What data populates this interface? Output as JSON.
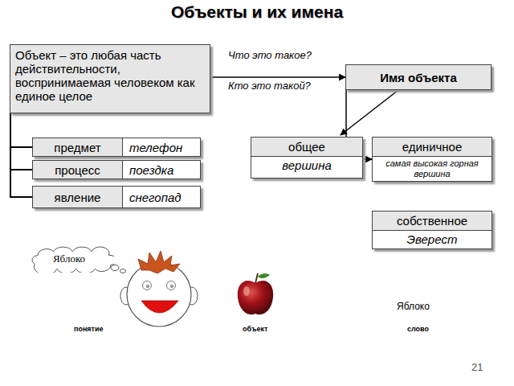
{
  "diagram": {
    "title": "Объекты и их имена",
    "nodes": [
      {
        "text": [
          "Объект – это любая часть действительности, воспринимаемая человеком как единое целое"
        ]
      },
      {
        "text": [
          "предмет",
          "телефон"
        ]
      },
      {
        "text": [
          "процесс",
          "поездка"
        ]
      },
      {
        "text": [
          "явление",
          "снегопад"
        ]
      },
      {
        "text": [
          "Имя объекта"
        ]
      },
      {
        "text": [
          "общее",
          "вершина"
        ]
      },
      {
        "text": [
          "единичное",
          "самая высокая горная вершина"
        ]
      },
      {
        "text": [
          "собственное",
          "Эверест"
        ]
      },
      {
        "text": [
          "Яблоко"
        ]
      }
    ],
    "edges": [
      {
        "from": 0,
        "to": 1,
        "arrow": "none"
      },
      {
        "from": 0,
        "to": 2,
        "arrow": "none"
      },
      {
        "from": 0,
        "to": 3,
        "arrow": "none"
      },
      {
        "from": 0,
        "to": 4,
        "arrow": "to"
      },
      {
        "from": 4,
        "to": 5,
        "arrow": "to"
      },
      {
        "from": 4,
        "to": 6,
        "arrow": "to"
      }
    ],
    "labels": [
      "Что это такое?",
      "Кто это такой?",
      "Яблоко",
      "понятие",
      "объект",
      "слово",
      "21"
    ]
  }
}
